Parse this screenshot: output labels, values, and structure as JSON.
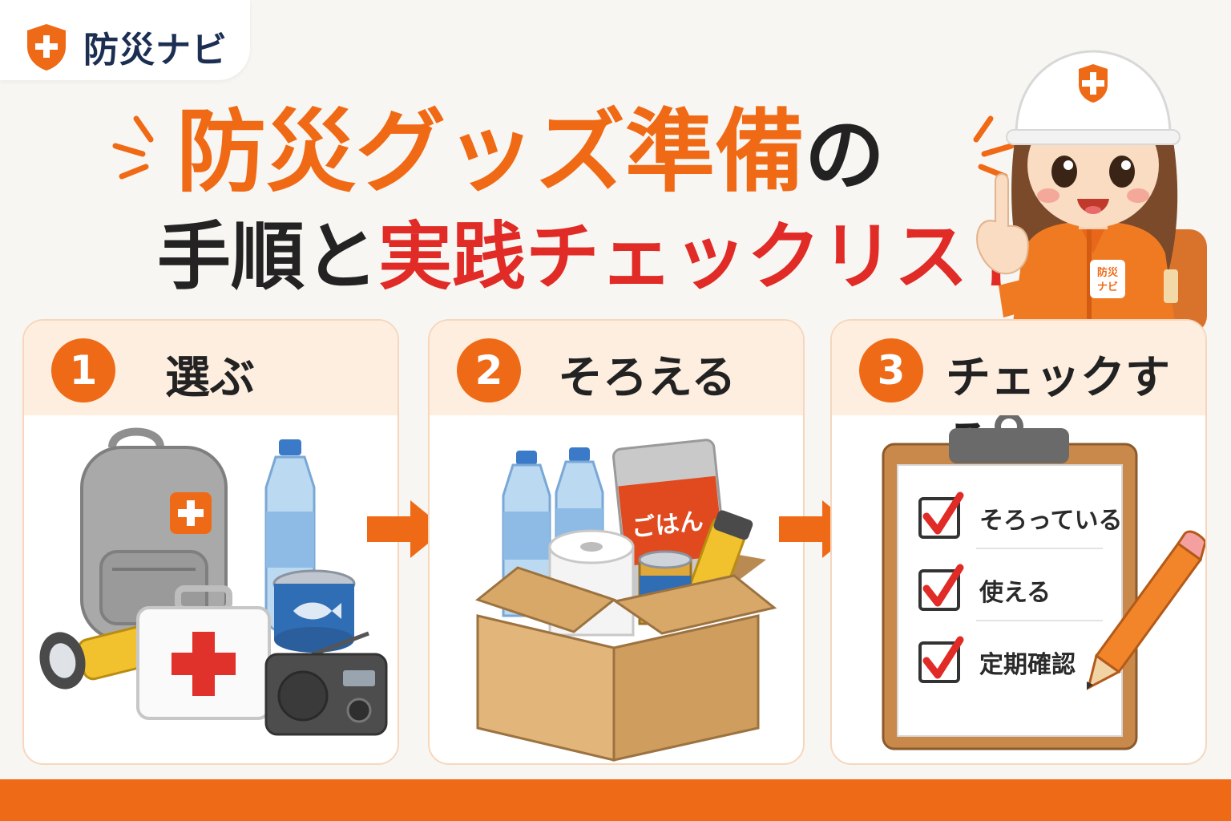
{
  "brand": {
    "name": "防災ナビ",
    "accent": "#ef6a16",
    "navy": "#1c2f53"
  },
  "title": {
    "line1_main": "防災グッズ準備",
    "line1_particle": "の",
    "line2_prefix": "手順と",
    "line2_highlight": "実践チェックリスト"
  },
  "mascot": {
    "jacket_badge": "防災ナビ",
    "icon": "helmet-cross-icon"
  },
  "steps": [
    {
      "number": "1",
      "label": "選ぶ",
      "icons": [
        "backpack-icon",
        "water-bottle-icon",
        "canned-fish-icon",
        "flashlight-icon",
        "first-aid-kit-icon",
        "radio-icon"
      ]
    },
    {
      "number": "2",
      "label": "そろえる",
      "icons": [
        "cardboard-box-icon",
        "water-bottle-icon",
        "rice-pack-icon",
        "toilet-paper-icon",
        "can-icon",
        "flashlight-icon"
      ],
      "rice_pack_label": "ごはん"
    },
    {
      "number": "3",
      "label": "チェックする",
      "icons": [
        "clipboard-icon",
        "pencil-icon",
        "checkbox-icon"
      ]
    }
  ],
  "checklist": [
    {
      "label": "そろっている",
      "checked": true
    },
    {
      "label": "使える",
      "checked": true
    },
    {
      "label": "定期確認",
      "checked": true
    }
  ]
}
